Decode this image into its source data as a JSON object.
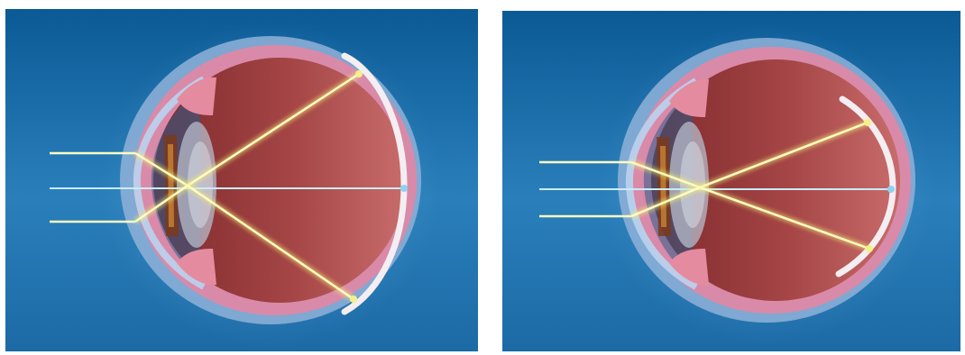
{
  "figure": {
    "panels": [
      {
        "id": "left",
        "description_free": true,
        "focal_surface": "curved"
      },
      {
        "id": "right",
        "focal_surface": "curved"
      }
    ]
  },
  "colors": {
    "background_top": "#0b5a96",
    "background_mid": "#2a7fba",
    "background_bottom": "#1c6aa6",
    "sclera_outer": "#8fb2d8",
    "choroid_pink": "#d98aa8",
    "vitreous_light": "#c56a6a",
    "vitreous_dark": "#8e2f30",
    "light_ray": "#f2ef72",
    "optical_axis": "#8fd2f0",
    "focal_surface": "#f4eef2",
    "iris_pink": "#e58b9f"
  }
}
